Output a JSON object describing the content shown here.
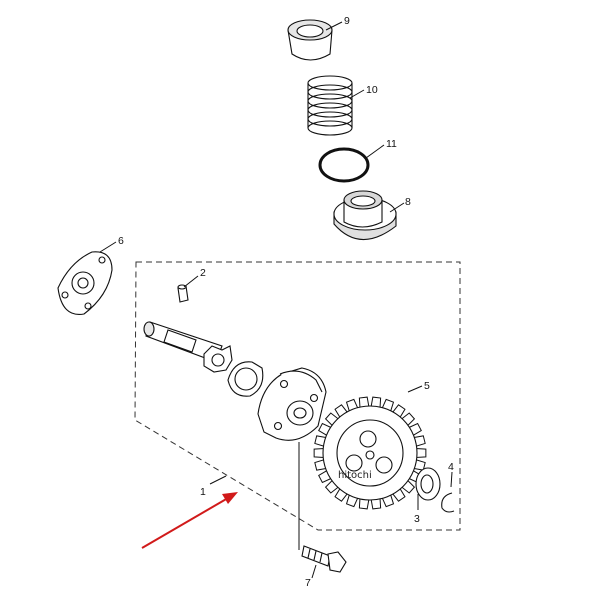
{
  "callouts": [
    "1",
    "2",
    "3",
    "4",
    "5",
    "6",
    "7",
    "8",
    "9",
    "10",
    "11"
  ],
  "watermark": "hitochi",
  "colors": {
    "line": "#111111",
    "arrow": "#d11a1a",
    "highlight": "#ffffff",
    "shade": "#cfcfcf"
  }
}
